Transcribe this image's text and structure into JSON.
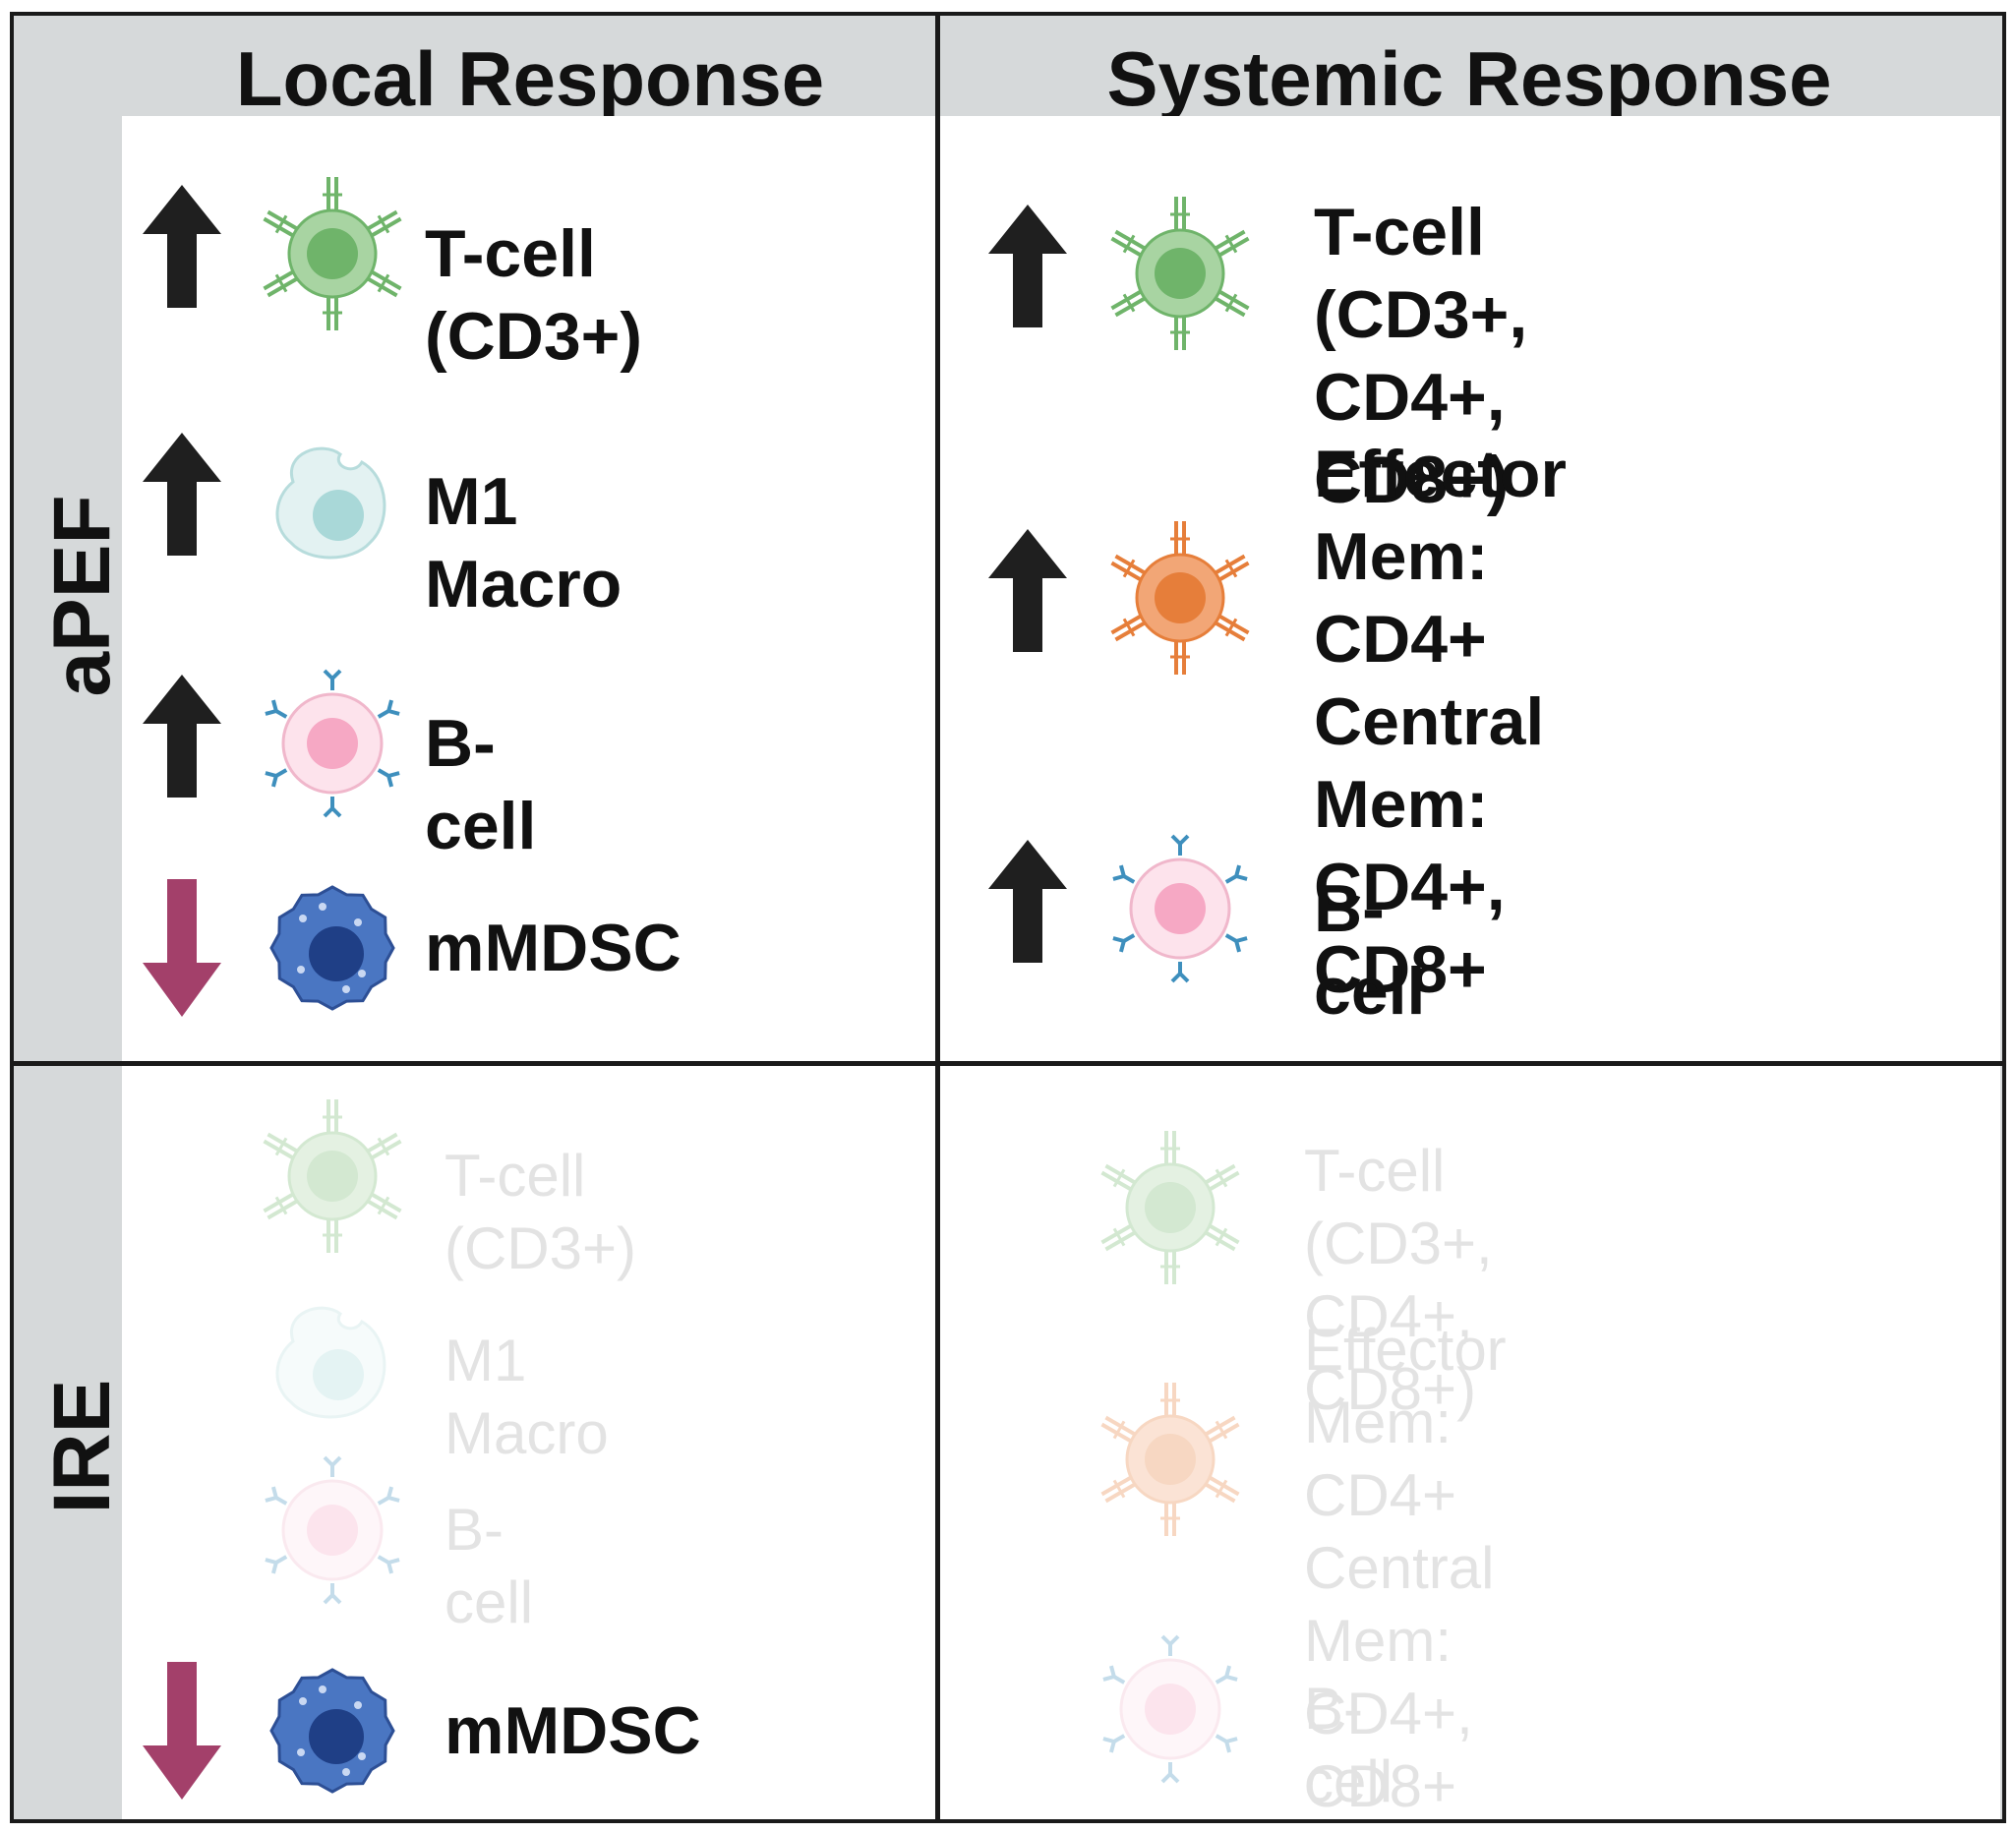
{
  "headers": {
    "local": "Local Response",
    "systemic": "Systemic Response"
  },
  "rows": {
    "apef": "aPEF",
    "ire": "IRE"
  },
  "colors": {
    "up_arrow": "#1f1f1f",
    "down_arrow": "#a3406a",
    "tcell": "#6fb46a",
    "effector": "#e67e3a",
    "bcell": "#f6a8c4",
    "bcell_ab": "#3e8fbd",
    "macro": "#a9d8d8",
    "mdsc": "#2f5ba6"
  },
  "apef_local": [
    {
      "label": "T-cell (CD3+)",
      "cell": "t-cell",
      "direction": "up"
    },
    {
      "label": "M1 Macro",
      "cell": "macrophage",
      "direction": "up"
    },
    {
      "label": "B-cell",
      "cell": "b-cell",
      "direction": "up"
    },
    {
      "label": "mMDSC",
      "cell": "mdsc",
      "direction": "down"
    }
  ],
  "apef_systemic": [
    {
      "label": "T-cell (CD3+,\nCD4+, CD8+)",
      "cell": "t-cell",
      "direction": "up"
    },
    {
      "label": "Effector Mem:\nCD4+\nCentral Mem:\nCD4+, CD8+",
      "cell": "memory-t-cell",
      "direction": "up"
    },
    {
      "label": "B-cell",
      "cell": "b-cell",
      "direction": "up"
    }
  ],
  "ire_local": [
    {
      "label": "T-cell (CD3+)",
      "cell": "t-cell",
      "direction": "none"
    },
    {
      "label": "M1 Macro",
      "cell": "macrophage",
      "direction": "none"
    },
    {
      "label": "B-cell",
      "cell": "b-cell",
      "direction": "none"
    },
    {
      "label": "mMDSC",
      "cell": "mdsc",
      "direction": "down"
    }
  ],
  "ire_systemic": [
    {
      "label": "T-cell (CD3+, CD4+,\nCD8+)",
      "cell": "t-cell",
      "direction": "none"
    },
    {
      "label": "Effector Mem:\nCD4+\nCentral Mem:\nCD4+, CD8+",
      "cell": "memory-t-cell",
      "direction": "none"
    },
    {
      "label": "B-cell",
      "cell": "b-cell",
      "direction": "none"
    }
  ]
}
